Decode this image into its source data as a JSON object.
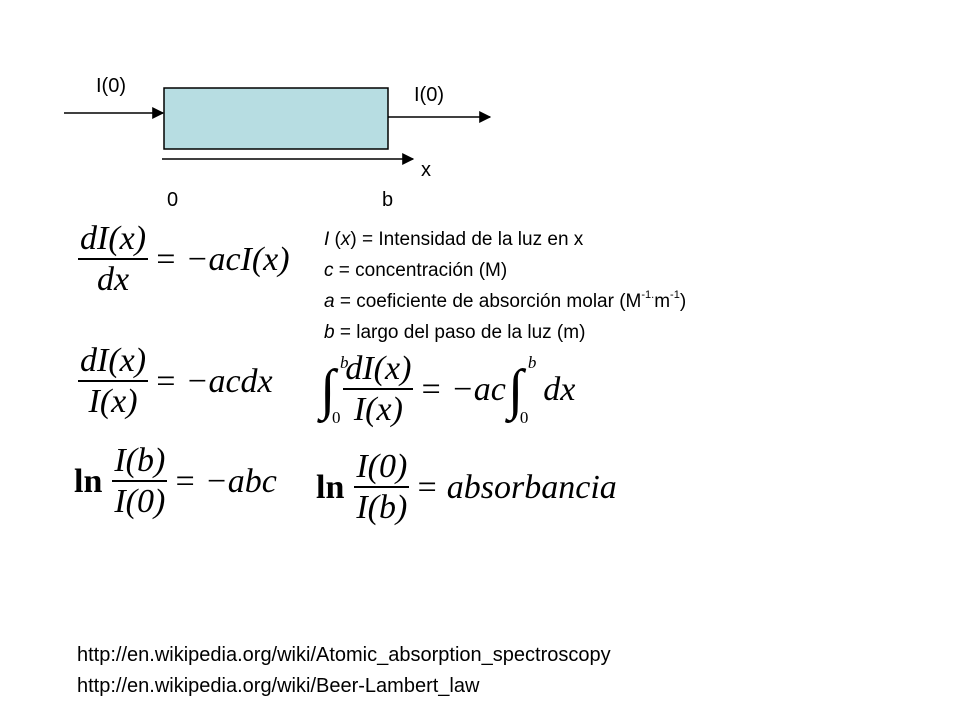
{
  "diagram": {
    "label_in": "I(0)",
    "label_out": "I(0)",
    "axis_label": "x",
    "axis_start": "0",
    "axis_end": "b",
    "colors": {
      "box_fill": "#b7dde2",
      "stroke": "#000000"
    }
  },
  "definitions": [
    {
      "symbol": "I",
      "var": "x",
      "text": " = Intensidad de la luz en x"
    },
    {
      "symbol": "c",
      "text": " = concentración (M)"
    },
    {
      "symbol": "a",
      "text": " = coeficiente de absorción molar (M",
      "sup1": "-1.",
      "mid": "m",
      "sup2": "-1",
      "end": ")"
    },
    {
      "symbol": "b",
      "text": " = largo del paso de la luz (m)"
    }
  ],
  "equations": {
    "eq1": {
      "num": "dI(x)",
      "den": "dx",
      "rhs": "= −acI(x)"
    },
    "eq2": {
      "num": "dI(x)",
      "den": "I(x)",
      "rhs": "= −acdx"
    },
    "eq3": {
      "upper": "b",
      "lower": "0",
      "num": "dI(x)",
      "den": "I(x)",
      "rhs": "= −ac",
      "tail": "dx"
    },
    "eq4": {
      "ln": "ln",
      "num": "I(b)",
      "den": "I(0)",
      "rhs": "= −abc"
    },
    "eq5": {
      "ln": "ln",
      "num": "I(0)",
      "den": "I(b)",
      "rhs": "= absorbancia"
    }
  },
  "links": [
    "http://en.wikipedia.org/wiki/Atomic_absorption_spectroscopy",
    "http://en.wikipedia.org/wiki/Beer-Lambert_law"
  ]
}
